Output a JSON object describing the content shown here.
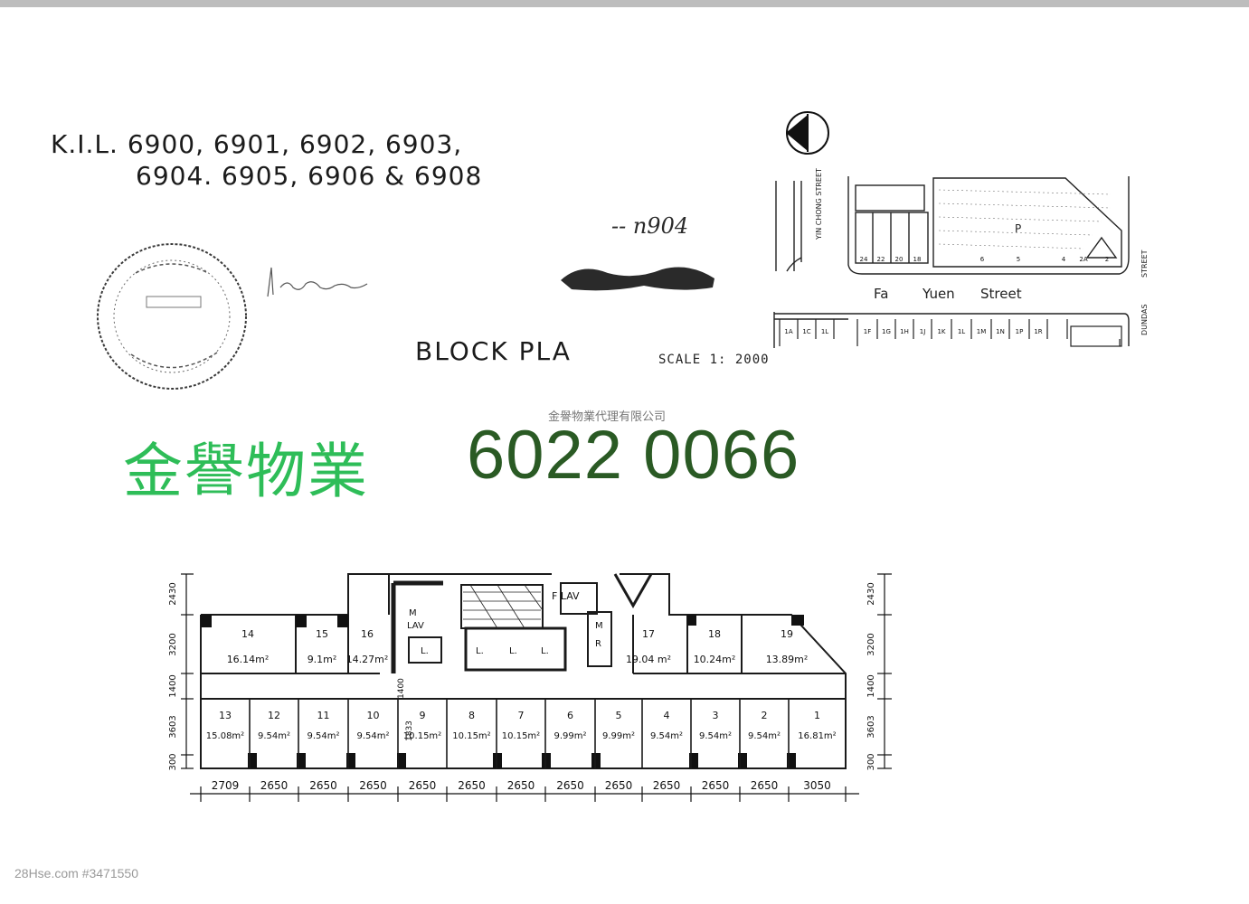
{
  "header": {
    "lot_line1": "K.I.L. 6900, 6901, 6902, 6903,",
    "lot_line2": "6904. 6905, 6906 & 6908",
    "handwritten_ref": "-- n904",
    "block_title": "BLOCK PLA",
    "scale": "SCALE 1: 2000"
  },
  "site_plan": {
    "street_yin_chong": "YIN CHONG STREET",
    "street_fa_yuen": [
      "Fa",
      "Yuen",
      "Street"
    ],
    "street_dundas": "DUNDAS",
    "street_dundas_2": "STREET",
    "park_label": "P",
    "upper_lots": [
      "24",
      "22",
      "20",
      "18"
    ],
    "upper_lots_right": [
      "6",
      "5",
      "4",
      "2A",
      "2"
    ],
    "lower_lots": [
      "1A",
      "1C",
      "1L",
      "1F",
      "1G",
      "1H",
      "1J",
      "1K",
      "1L",
      "1M",
      "1N",
      "1P",
      "1R"
    ]
  },
  "branding": {
    "company_full": "金譽物業代理有限公司",
    "brand": "金譽物業",
    "phone": "6022 0066"
  },
  "floor_plan": {
    "rooms_top": [
      {
        "no": "14",
        "area": "16.14m²"
      },
      {
        "no": "15",
        "area": "9.1m²"
      },
      {
        "no": "16",
        "area": "14.27m²"
      },
      {
        "no": "17",
        "area": "19.04 m²"
      },
      {
        "no": "18",
        "area": "10.24m²"
      },
      {
        "no": "19",
        "area": "13.89m²"
      }
    ],
    "rooms_bottom": [
      {
        "no": "13",
        "area": "15.08m²"
      },
      {
        "no": "12",
        "area": "9.54m²"
      },
      {
        "no": "11",
        "area": "9.54m²"
      },
      {
        "no": "10",
        "area": "9.54m²"
      },
      {
        "no": "9",
        "area": "10.15m²"
      },
      {
        "no": "8",
        "area": "10.15m²"
      },
      {
        "no": "7",
        "area": "10.15m²"
      },
      {
        "no": "6",
        "area": "9.99m²"
      },
      {
        "no": "5",
        "area": "9.99m²"
      },
      {
        "no": "4",
        "area": "9.54m²"
      },
      {
        "no": "3",
        "area": "9.54m²"
      },
      {
        "no": "2",
        "area": "9.54m²"
      },
      {
        "no": "1",
        "area": "16.81m²"
      }
    ],
    "core_labels": {
      "male_lav": "M",
      "male_lav2": "LAV",
      "female_lav": "F LAV",
      "lift": "L.",
      "mr": [
        "M",
        "R"
      ]
    },
    "dims_bottom": [
      "2709",
      "2650",
      "2650",
      "2650",
      "2650",
      "2650",
      "2650",
      "2650",
      "2650",
      "2650",
      "2650",
      "2650",
      "3050"
    ],
    "dims_side": [
      "2430",
      "3200",
      "1400",
      "3603",
      "300"
    ],
    "corridor_dim": "1400",
    "corridor_dim2": "1833"
  },
  "watermark": "28Hse.com #3471550"
}
